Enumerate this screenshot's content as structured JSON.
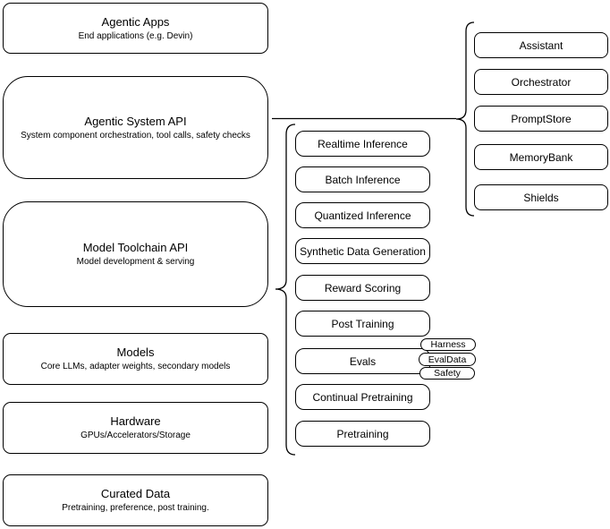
{
  "diagram": {
    "stroke_color": "#000000",
    "fill_color": "#ffffff",
    "text_color": "#000000"
  },
  "stack": {
    "agentic_apps": {
      "title": "Agentic Apps",
      "subtitle": "End applications (e.g. Devin)"
    },
    "agentic_system_api": {
      "title": "Agentic System API",
      "subtitle": "System component orchestration, tool calls, safety checks"
    },
    "model_toolchain_api": {
      "title": "Model Toolchain API",
      "subtitle": "Model development & serving"
    },
    "models": {
      "title": "Models",
      "subtitle": "Core LLMs, adapter weights, secondary models"
    },
    "hardware": {
      "title": "Hardware",
      "subtitle": "GPUs/Accelerators/Storage"
    },
    "curated_data": {
      "title": "Curated Data",
      "subtitle": "Pretraining, preference, post training."
    }
  },
  "toolchain": {
    "items": [
      "Realtime Inference",
      "Batch Inference",
      "Quantized Inference",
      "Synthetic Data Generation",
      "Reward Scoring",
      "Post Training",
      "Evals",
      "Continual Pretraining",
      "Pretraining"
    ]
  },
  "eval_tags": [
    "Harness",
    "EvalData",
    "Safety"
  ],
  "system_components": [
    "Assistant",
    "Orchestrator",
    "PromptStore",
    "MemoryBank",
    "Shields"
  ]
}
